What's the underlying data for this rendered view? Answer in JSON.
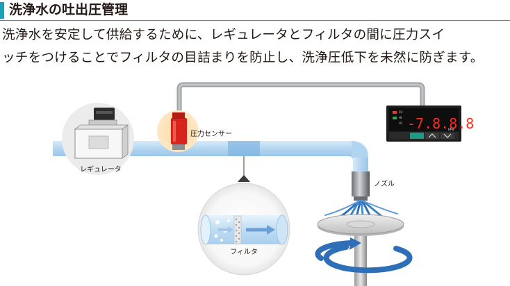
{
  "header": {
    "title": "洗浄水の吐出圧管理"
  },
  "description": {
    "line1": "洗浄水を安定して供給するために、レギュレータとフィルタの間に圧力スイ",
    "line2": "ッチをつけることでフィルタの目詰まりを防止し、洗浄圧低下を未然に防ぎます。"
  },
  "labels": {
    "regulator": "レギュレータ",
    "pressure_sensor": "圧力センサー",
    "nozzle": "ノズル",
    "filter": "フィルタ"
  },
  "display": {
    "value": "-7.8.8.8",
    "unit": "kPa"
  },
  "colors": {
    "accent": "#1aa1b5",
    "pipe": "#b9daf3",
    "sensor": "#d7251d",
    "flow": "#2f6fb8"
  }
}
